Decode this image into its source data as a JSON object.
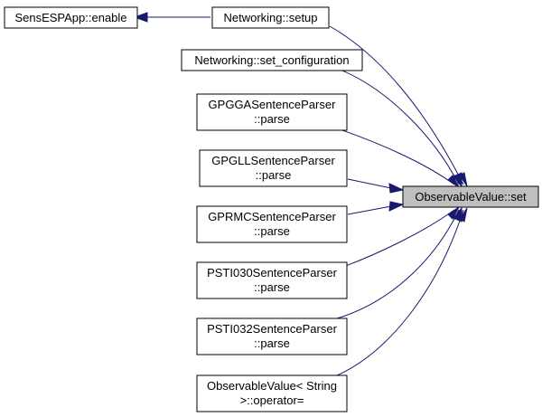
{
  "graph": {
    "target": {
      "label": "ObservableValue::set"
    },
    "nodes": {
      "sensespapp_enable": {
        "lines": [
          "SensESPApp::enable"
        ]
      },
      "networking_setup": {
        "lines": [
          "Networking::setup"
        ]
      },
      "networking_set_configuration": {
        "lines": [
          "Networking::set_configuration"
        ]
      },
      "gpgga_parse": {
        "lines": [
          "GPGGASentenceParser",
          "::parse"
        ]
      },
      "gpgll_parse": {
        "lines": [
          "GPGLLSentenceParser",
          "::parse"
        ]
      },
      "gprmc_parse": {
        "lines": [
          "GPRMCSentenceParser",
          "::parse"
        ]
      },
      "psti030_parse": {
        "lines": [
          "PSTI030SentenceParser",
          "::parse"
        ]
      },
      "psti032_parse": {
        "lines": [
          "PSTI032SentenceParser",
          "::parse"
        ]
      },
      "observablevalue_string_operator": {
        "lines": [
          "ObservableValue< String",
          ">::operator="
        ]
      }
    }
  }
}
